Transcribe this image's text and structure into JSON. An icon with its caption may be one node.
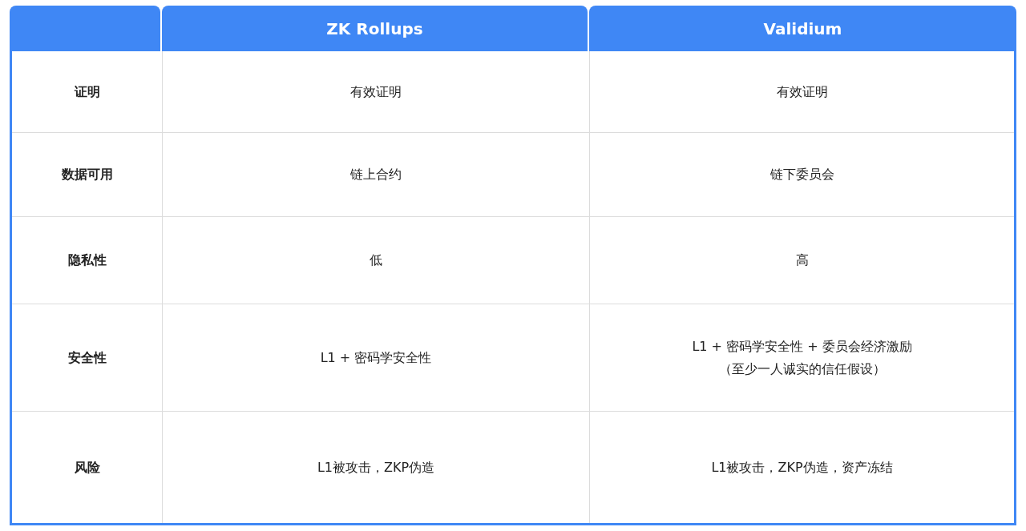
{
  "diagram": {
    "labels": [
      "ZK Rollups",
      "Validium",
      "证明",
      "有效证明",
      "有效证明",
      "数据可用",
      "链上合约",
      "链下委员会",
      "隐私性",
      "低",
      "高",
      "安全性",
      "L1 + 密码学安全性",
      "L1 + 密码学安全性 + 委员会经济激励（至少一人诚实的信任假设）",
      "风险",
      "L1被攻击，ZKP伪造",
      "L1被攻击，ZKP伪造，资产冻结"
    ]
  }
}
